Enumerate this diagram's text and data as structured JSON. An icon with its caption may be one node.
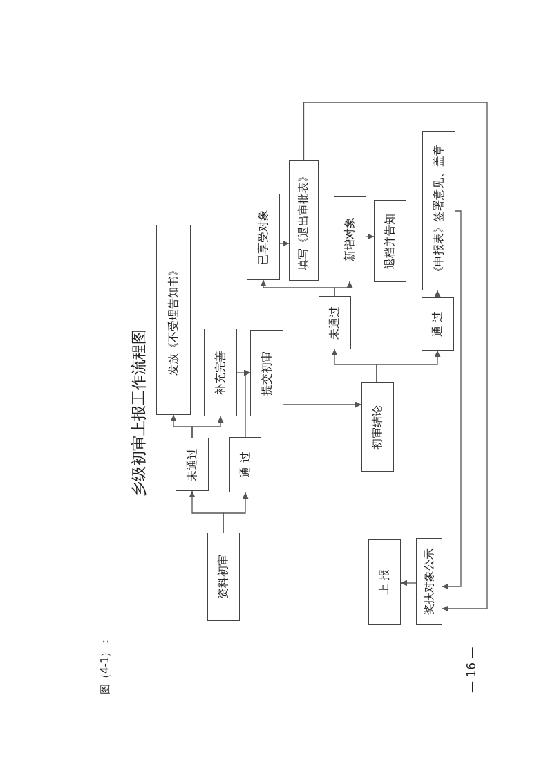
{
  "diagram": {
    "title": "乡级初审上报工作流程图",
    "nodes": [
      {
        "text": [
          "资料初审"
        ]
      },
      {
        "text": [
          "未通过"
        ]
      },
      {
        "text": [
          "通 过"
        ]
      },
      {
        "text": [
          "发放《不受理告知书》"
        ]
      },
      {
        "text": [
          "补充完善"
        ]
      },
      {
        "text": [
          "提交初审"
        ]
      },
      {
        "text": [
          "初审结论"
        ]
      },
      {
        "text": [
          "未通过"
        ]
      },
      {
        "text": [
          "通 过"
        ]
      },
      {
        "text": [
          "已享受对象"
        ]
      },
      {
        "text": [
          "填写《退出审批表》"
        ]
      },
      {
        "text": [
          "新增对象"
        ]
      },
      {
        "text": [
          "退档并告知"
        ]
      },
      {
        "text": [
          "《申报表》签署意见、盖章"
        ]
      },
      {
        "text": [
          "上 报"
        ]
      },
      {
        "text": [
          "奖扶对象公示"
        ]
      }
    ],
    "edges": [
      {
        "from": 0,
        "to": 1,
        "arrow": "to"
      },
      {
        "from": 0,
        "to": 2,
        "arrow": "to"
      },
      {
        "from": 1,
        "to": 3,
        "arrow": "to"
      },
      {
        "from": 1,
        "to": 4,
        "arrow": "to"
      },
      {
        "from": 2,
        "to": 5,
        "arrow": "to"
      },
      {
        "from": 4,
        "to": 5,
        "arrow": "to"
      },
      {
        "from": 5,
        "to": 6,
        "arrow": "to"
      },
      {
        "from": 6,
        "to": 7,
        "arrow": "to"
      },
      {
        "from": 6,
        "to": 8,
        "arrow": "to"
      },
      {
        "from": 7,
        "to": 9,
        "arrow": "to"
      },
      {
        "from": 7,
        "to": 11,
        "arrow": "to"
      },
      {
        "from": 9,
        "to": 10,
        "arrow": "to"
      },
      {
        "from": 11,
        "to": 12,
        "arrow": "to"
      },
      {
        "from": 8,
        "to": 13,
        "arrow": "to"
      },
      {
        "from": 10,
        "to": 15,
        "arrow": "to"
      },
      {
        "from": 13,
        "to": 15,
        "arrow": "to"
      },
      {
        "from": 15,
        "to": 14,
        "arrow": "to"
      }
    ],
    "labels": [
      "图（4-1）：",
      "— 16 —"
    ]
  }
}
